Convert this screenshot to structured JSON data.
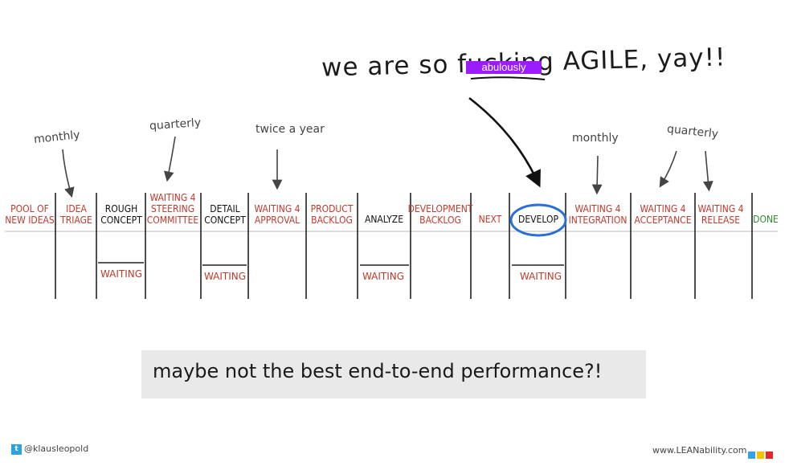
{
  "headline": {
    "prefix": "we are so f",
    "struck_word_tail": "ucking",
    "suffix": " AGILE, yay!!",
    "overlay": "abulously"
  },
  "annotations": [
    {
      "id": "monthly-1",
      "text": "monthly"
    },
    {
      "id": "quarterly-1",
      "text": "quarterly"
    },
    {
      "id": "twice",
      "text": "twice a year"
    },
    {
      "id": "monthly-2",
      "text": "monthly"
    },
    {
      "id": "quarterly-2",
      "text": "quarterly"
    }
  ],
  "columns": [
    {
      "label": [
        "POOL OF",
        "NEW IDEAS"
      ],
      "color": "red"
    },
    {
      "label": [
        "IDEA",
        "TRIAGE"
      ],
      "color": "red"
    },
    {
      "label": [
        "ROUGH",
        "CONCEPT"
      ],
      "color": "black"
    },
    {
      "label": [
        "WAITING 4",
        "STEERING",
        "COMMITTEE"
      ],
      "color": "red"
    },
    {
      "label": [
        "DETAIL",
        "CONCEPT"
      ],
      "color": "black"
    },
    {
      "label": [
        "WAITING 4",
        "APPROVAL"
      ],
      "color": "red"
    },
    {
      "label": [
        "PRODUCT",
        "BACKLOG"
      ],
      "color": "red"
    },
    {
      "label": [
        "ANALYZE"
      ],
      "color": "black"
    },
    {
      "label": [
        "DEVELOPMENT",
        "BACKLOG"
      ],
      "color": "red"
    },
    {
      "label": [
        "NEXT"
      ],
      "color": "red"
    },
    {
      "label": [
        "DEVELOP"
      ],
      "color": "black"
    },
    {
      "label": [
        "WAITING 4",
        "INTEGRATION"
      ],
      "color": "red"
    },
    {
      "label": [
        "WAITING 4",
        "ACCEPTANCE"
      ],
      "color": "red"
    },
    {
      "label": [
        "WAITING 4",
        "RELEASE"
      ],
      "color": "red"
    },
    {
      "label": [
        "DONE"
      ],
      "color": "green"
    }
  ],
  "waiting_labels": [
    "WAITING",
    "WAITING",
    "WAITING",
    "WAITING"
  ],
  "footer": {
    "text": "maybe not the best end-to-end performance?!"
  },
  "credits": {
    "twitter_handle": "@klausleopold",
    "website": "www.LEANability.com"
  },
  "colors": {
    "red": "#c0392b",
    "green": "#2f8f2f",
    "highlight_circle": "#2a6fd6",
    "overlay_bg": "#9b1dff",
    "logo": [
      "#33a3e6",
      "#f5c400",
      "#e3262b"
    ]
  }
}
